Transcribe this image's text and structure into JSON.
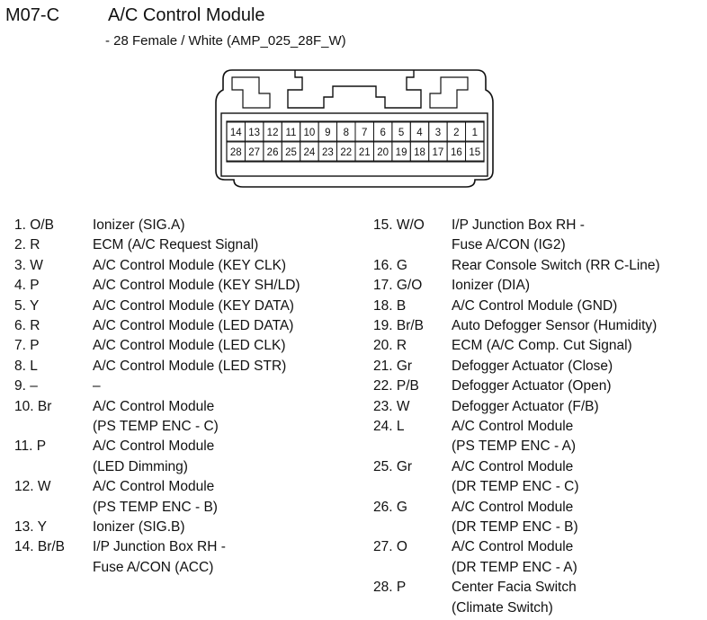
{
  "header": {
    "code": "M07-C",
    "title": "A/C Control Module",
    "subtitle": "- 28 Female / White (AMP_025_28F_W)"
  },
  "connector": {
    "top_row": [
      "14",
      "13",
      "12",
      "11",
      "10",
      "9",
      "8",
      "7",
      "6",
      "5",
      "4",
      "3",
      "2",
      "1"
    ],
    "bottom_row": [
      "28",
      "27",
      "26",
      "25",
      "24",
      "23",
      "22",
      "21",
      "20",
      "19",
      "18",
      "17",
      "16",
      "15"
    ]
  },
  "pins": [
    {
      "num": "1. O/B",
      "lines": [
        "Ionizer (SIG.A)"
      ]
    },
    {
      "num": "2. R",
      "lines": [
        "ECM (A/C Request Signal)"
      ]
    },
    {
      "num": "3. W",
      "lines": [
        "A/C Control Module (KEY CLK)"
      ]
    },
    {
      "num": "4. P",
      "lines": [
        "A/C Control Module (KEY SH/LD)"
      ]
    },
    {
      "num": "5. Y",
      "lines": [
        "A/C Control Module (KEY DATA)"
      ]
    },
    {
      "num": "6. R",
      "lines": [
        "A/C Control Module (LED DATA)"
      ]
    },
    {
      "num": "7. P",
      "lines": [
        "A/C Control Module (LED CLK)"
      ]
    },
    {
      "num": "8. L",
      "lines": [
        "A/C Control Module (LED STR)"
      ]
    },
    {
      "num": "9. –",
      "lines": [
        "–"
      ]
    },
    {
      "num": "10. Br",
      "lines": [
        "A/C Control Module",
        "(PS TEMP ENC - C)"
      ]
    },
    {
      "num": "11. P",
      "lines": [
        "A/C Control Module",
        "(LED Dimming)"
      ]
    },
    {
      "num": "12. W",
      "lines": [
        "A/C Control Module",
        "(PS TEMP ENC - B)"
      ]
    },
    {
      "num": "13. Y",
      "lines": [
        "Ionizer (SIG.B)"
      ]
    },
    {
      "num": "14. Br/B",
      "lines": [
        "I/P Junction Box RH -",
        "Fuse A/CON (ACC)"
      ]
    },
    {
      "num": "15. W/O",
      "lines": [
        "I/P Junction Box RH -",
        "Fuse A/CON (IG2)"
      ]
    },
    {
      "num": "16. G",
      "lines": [
        "Rear Console Switch (RR C-Line)"
      ]
    },
    {
      "num": "17. G/O",
      "lines": [
        "Ionizer (DIA)"
      ]
    },
    {
      "num": "18. B",
      "lines": [
        "A/C Control Module (GND)"
      ]
    },
    {
      "num": "19. Br/B",
      "lines": [
        "Auto Defogger Sensor (Humidity)"
      ]
    },
    {
      "num": "20. R",
      "lines": [
        "ECM (A/C Comp. Cut Signal)"
      ]
    },
    {
      "num": "21. Gr",
      "lines": [
        "Defogger Actuator (Close)"
      ]
    },
    {
      "num": "22. P/B",
      "lines": [
        "Defogger Actuator (Open)"
      ]
    },
    {
      "num": "23. W",
      "lines": [
        "Defogger Actuator (F/B)"
      ]
    },
    {
      "num": "24. L",
      "lines": [
        "A/C Control Module",
        "(PS TEMP ENC - A)"
      ]
    },
    {
      "num": "25. Gr",
      "lines": [
        "A/C Control Module",
        "(DR TEMP ENC - C)"
      ]
    },
    {
      "num": "26. G",
      "lines": [
        "A/C Control Module",
        "(DR TEMP ENC - B)"
      ]
    },
    {
      "num": "27. O",
      "lines": [
        "A/C Control Module",
        "(DR TEMP ENC - A)"
      ]
    },
    {
      "num": "28. P",
      "lines": [
        "Center Facia Switch",
        "(Climate Switch)"
      ]
    }
  ]
}
